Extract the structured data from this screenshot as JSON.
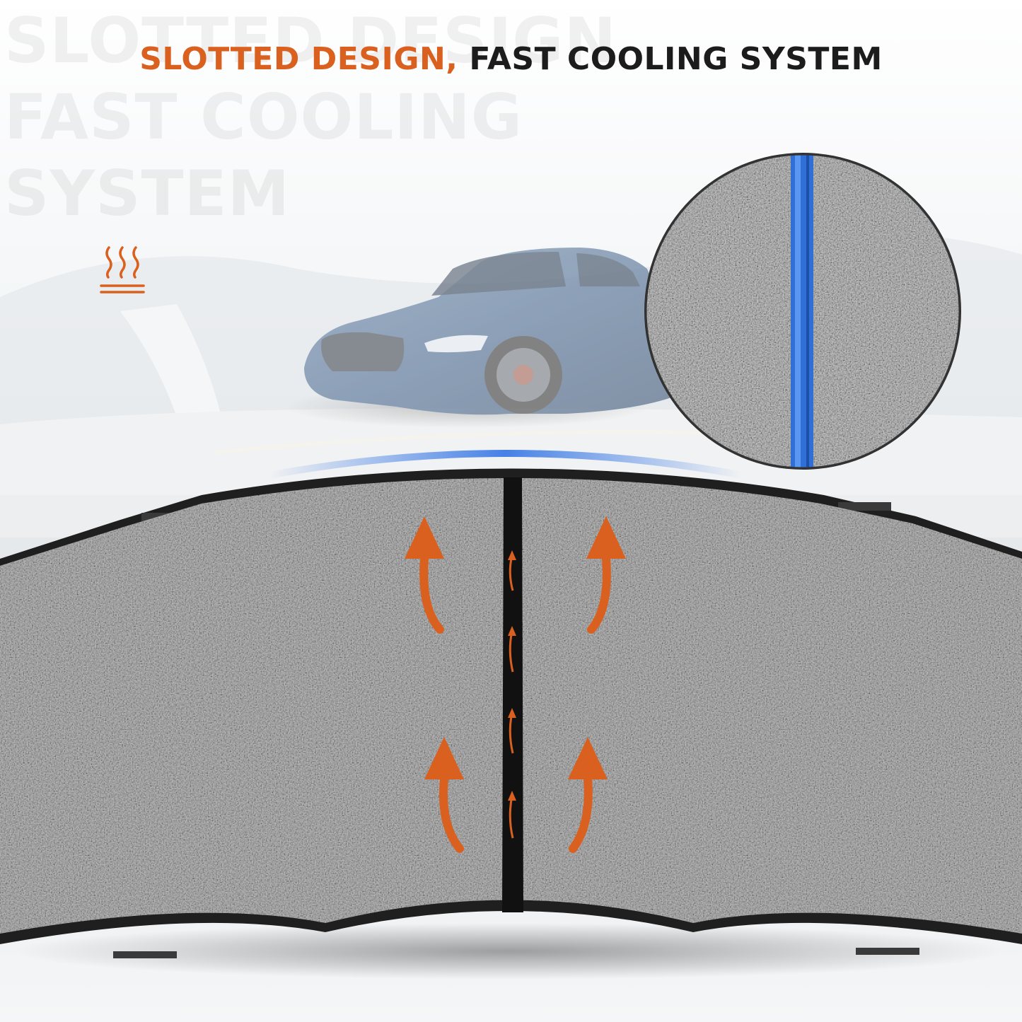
{
  "watermark": {
    "line1": "SLOTTED DESIGN",
    "line2": "FAST COOLING",
    "line3": "SYSTEM"
  },
  "headline": {
    "accent": "SLOTTED DESIGN,",
    "rest": "FAST COOLING SYSTEM"
  },
  "icons": {
    "heat": "heat-waves-icon",
    "airflow": "airflow-arrow-icon"
  },
  "colors": {
    "accent_orange": "#d9601f",
    "headline_dark": "#1c1c1c",
    "slot_blue": "#2f6fd6",
    "friction_gray": "#8a8a8a",
    "backing_plate": "#1f1f1f"
  }
}
